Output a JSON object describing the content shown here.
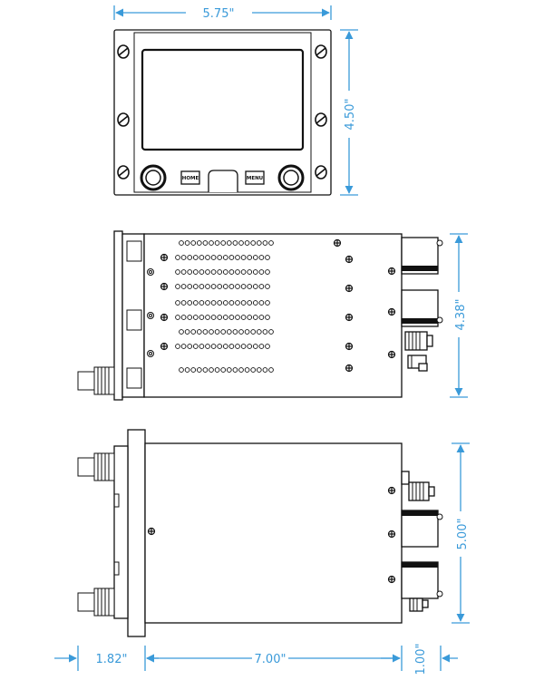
{
  "dimensions": {
    "front_width": "5.75\"",
    "front_height": "4.50\"",
    "side_height": "4.38\"",
    "top_height": "5.00\"",
    "knob_depth": "1.82\"",
    "body_length": "7.00\"",
    "rear_depth": "1.00\""
  },
  "front_buttons": {
    "home": "HOME",
    "menu": "MENU"
  },
  "colors": {
    "dimension": "#3a9ad9",
    "ink": "#111111"
  }
}
